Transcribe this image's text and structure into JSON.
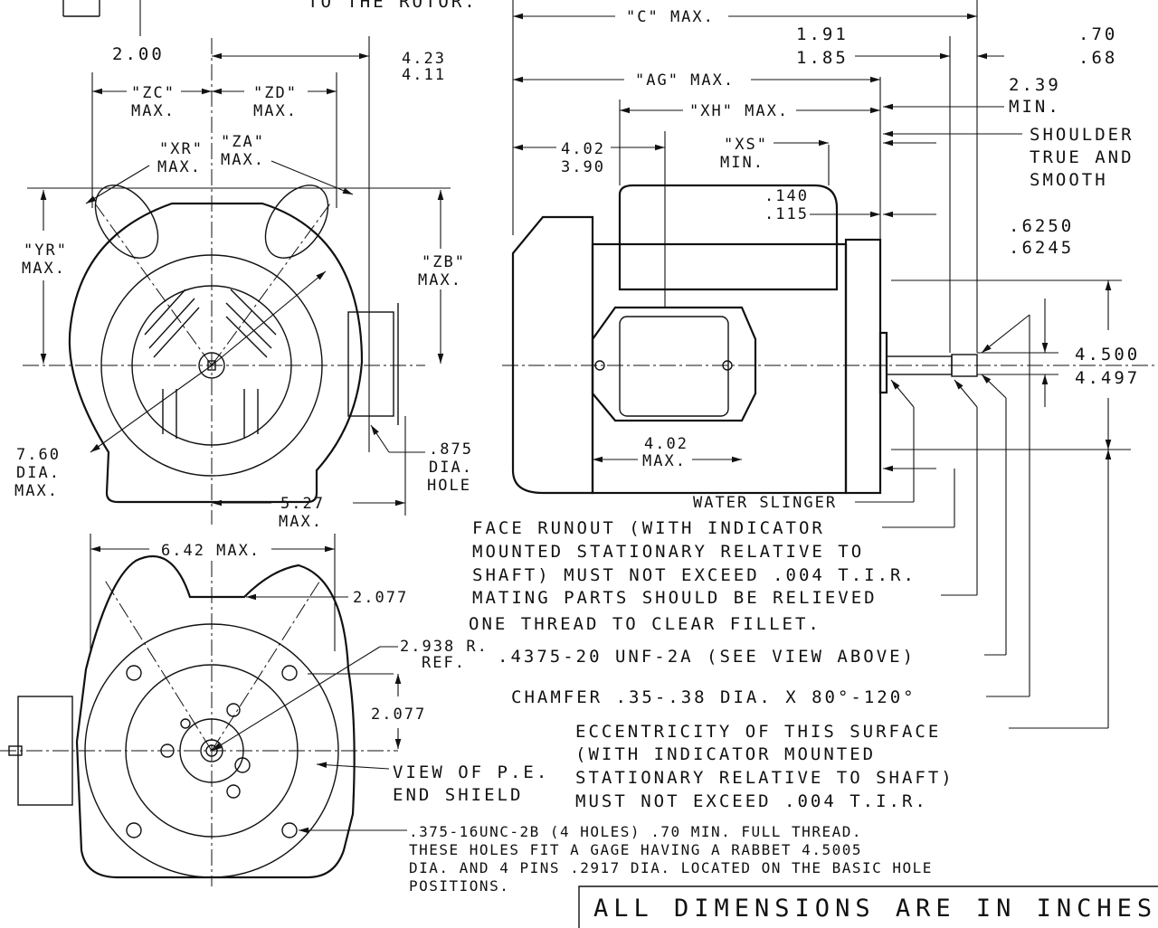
{
  "top_note": "TO THE ROTOR.",
  "front_view": {
    "dim_200": "2.00",
    "dim_423": "4.23",
    "dim_411": "4.11",
    "zc": "\"ZC\"",
    "zc_max": "MAX.",
    "zd": "\"ZD\"",
    "zd_max": "MAX.",
    "xr": "\"XR\"",
    "xr_max": "MAX.",
    "za": "\"ZA\"",
    "za_max": "MAX.",
    "yr": "\"YR\"",
    "yr_max": "MAX.",
    "zb": "\"ZB\"",
    "zb_max": "MAX.",
    "dia_760": "7.60",
    "dia_760_l2": "DIA.",
    "dia_760_l3": "MAX.",
    "hole_875": ".875",
    "hole_l2": "DIA.",
    "hole_l3": "HOLE",
    "dim_527": "5.27",
    "dim_527_max": "MAX."
  },
  "side_view": {
    "c_max": "\"C\" MAX.",
    "dim_191": "1.91",
    "dim_185": "1.85",
    "dim_70": ".70",
    "dim_68": ".68",
    "ag_max": "\"AG\" MAX.",
    "dim_239": "2.39",
    "dim_239_min": "MIN.",
    "xh_max": "\"XH\" MAX.",
    "shoulder_l1": "SHOULDER",
    "shoulder_l2": "TRUE AND",
    "shoulder_l3": "SMOOTH",
    "dim_402": "4.02",
    "dim_390": "3.90",
    "xs": "\"XS\"",
    "xs_min": "MIN.",
    "dim_140": ".140",
    "dim_115": ".115",
    "dim_6250": ".6250",
    "dim_6245": ".6245",
    "dim_4500": "4.500",
    "dim_4497": "4.497",
    "dim_402b": "4.02",
    "dim_402b_max": "MAX.",
    "water_slinger": "WATER SLINGER"
  },
  "notes": {
    "face_runout": [
      "FACE RUNOUT (WITH INDICATOR",
      "MOUNTED STATIONARY RELATIVE TO",
      "SHAFT) MUST NOT EXCEED .004 T.I.R."
    ],
    "mating": [
      "MATING PARTS SHOULD BE RELIEVED",
      "ONE THREAD TO CLEAR FILLET."
    ],
    "thread": ".4375-20 UNF-2A (SEE VIEW ABOVE)",
    "chamfer": "CHAMFER .35-.38 DIA. X 80°-120°",
    "eccentricity": [
      "ECCENTRICITY OF THIS SURFACE",
      "(WITH INDICATOR MOUNTED",
      "STATIONARY RELATIVE TO SHAFT)",
      "MUST NOT EXCEED .004 T.I.R."
    ],
    "holes": [
      ".375-16UNC-2B (4 HOLES) .70 MIN. FULL THREAD.",
      "THESE HOLES FIT A GAGE HAVING A RABBET 4.5005",
      "DIA. AND 4 PINS .2917 DIA. LOCATED ON THE BASIC HOLE",
      "POSITIONS."
    ]
  },
  "end_view": {
    "dim_642": "6.42 MAX.",
    "dim_2077a": "2.077",
    "r_2938": "2.938 R.",
    "r_ref": "REF.",
    "dim_2077b": "2.077",
    "view_l1": "VIEW OF P.E.",
    "view_l2": "END SHIELD"
  },
  "footer": "ALL DIMENSIONS ARE IN INCHES"
}
